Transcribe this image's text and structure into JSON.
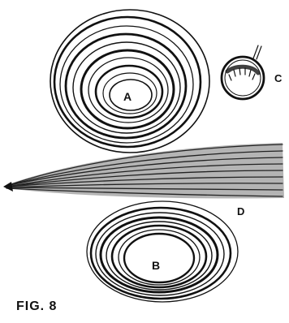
{
  "labels": {
    "a": "A",
    "b": "B",
    "c": "C",
    "d": "D",
    "caption": "FIG. 8"
  },
  "colors": {
    "ink": "#111111",
    "paper": "#ffffff",
    "shade": "#555555"
  }
}
